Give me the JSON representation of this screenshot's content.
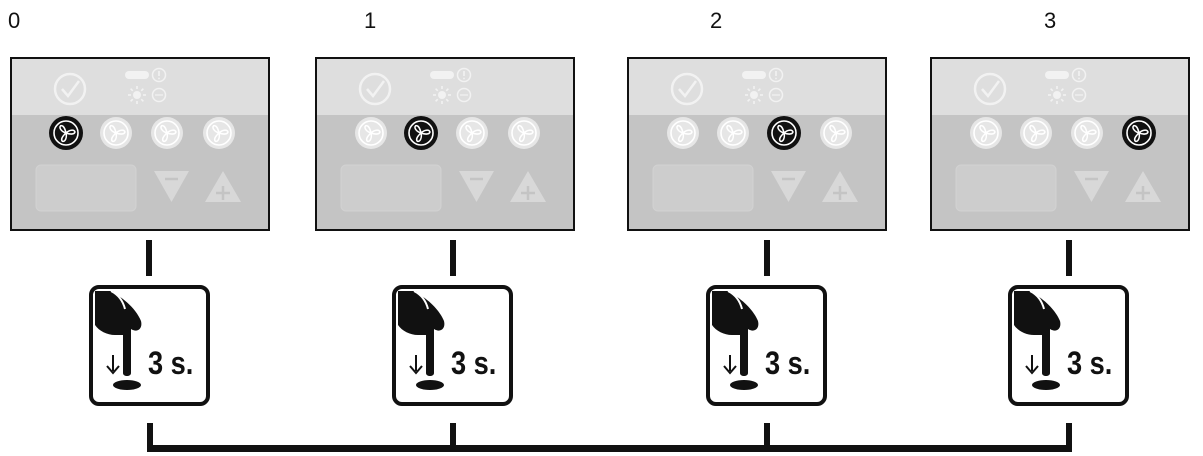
{
  "steps": [
    {
      "label": "0",
      "active_fan": 0,
      "hold_text": "3 s."
    },
    {
      "label": "1",
      "active_fan": 1,
      "hold_text": "3 s."
    },
    {
      "label": "2",
      "active_fan": 2,
      "hold_text": "3 s."
    },
    {
      "label": "3",
      "active_fan": 3,
      "hold_text": "3 s."
    }
  ],
  "panel": {
    "fan_count": 4,
    "icons": [
      "check-circle-icon",
      "alarm-icon",
      "sun-icon",
      "humidity-icon",
      "fan-icon",
      "minus-triangle-icon",
      "plus-triangle-icon",
      "display-segment"
    ]
  },
  "colors": {
    "panel_top": "#dedede",
    "panel_bottom": "#c4c4c4",
    "fan_inactive": "#e6e6e6",
    "fan_active": "#111111",
    "line": "#111111"
  }
}
